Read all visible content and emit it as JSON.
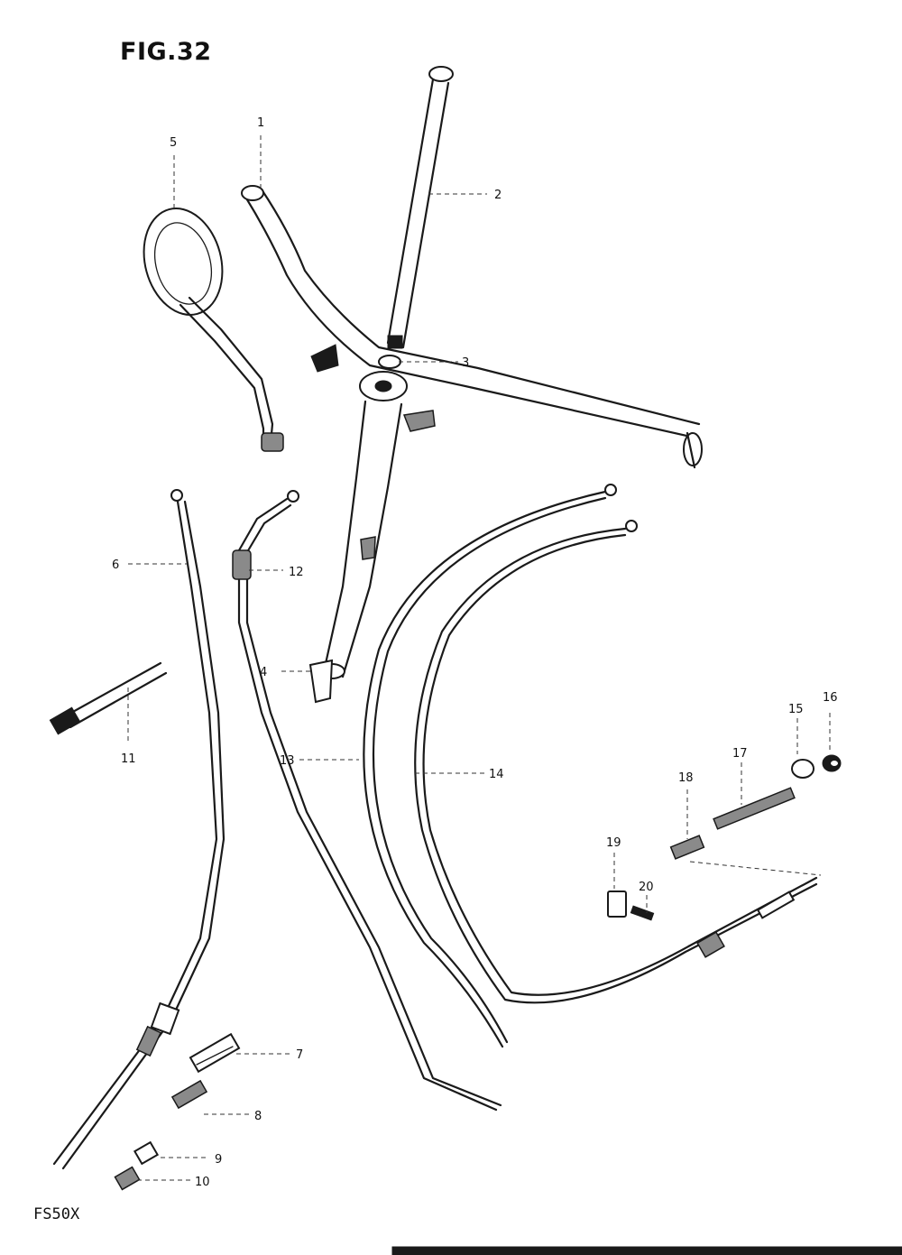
{
  "figure": {
    "title": "FIG.32",
    "model": "FS50X"
  },
  "callouts": {
    "c1": "1",
    "c2": "2",
    "c3": "3",
    "c4": "4",
    "c5": "5",
    "c6": "6",
    "c7": "7",
    "c8": "8",
    "c9": "9",
    "c10": "10",
    "c11": "11",
    "c12": "12",
    "c13": "13",
    "c14": "14",
    "c15": "15",
    "c16": "16",
    "c17": "17",
    "c18": "18",
    "c19": "19",
    "c20": "20"
  },
  "colors": {
    "ink": "#1a1a1a",
    "paper": "#ffffff"
  }
}
